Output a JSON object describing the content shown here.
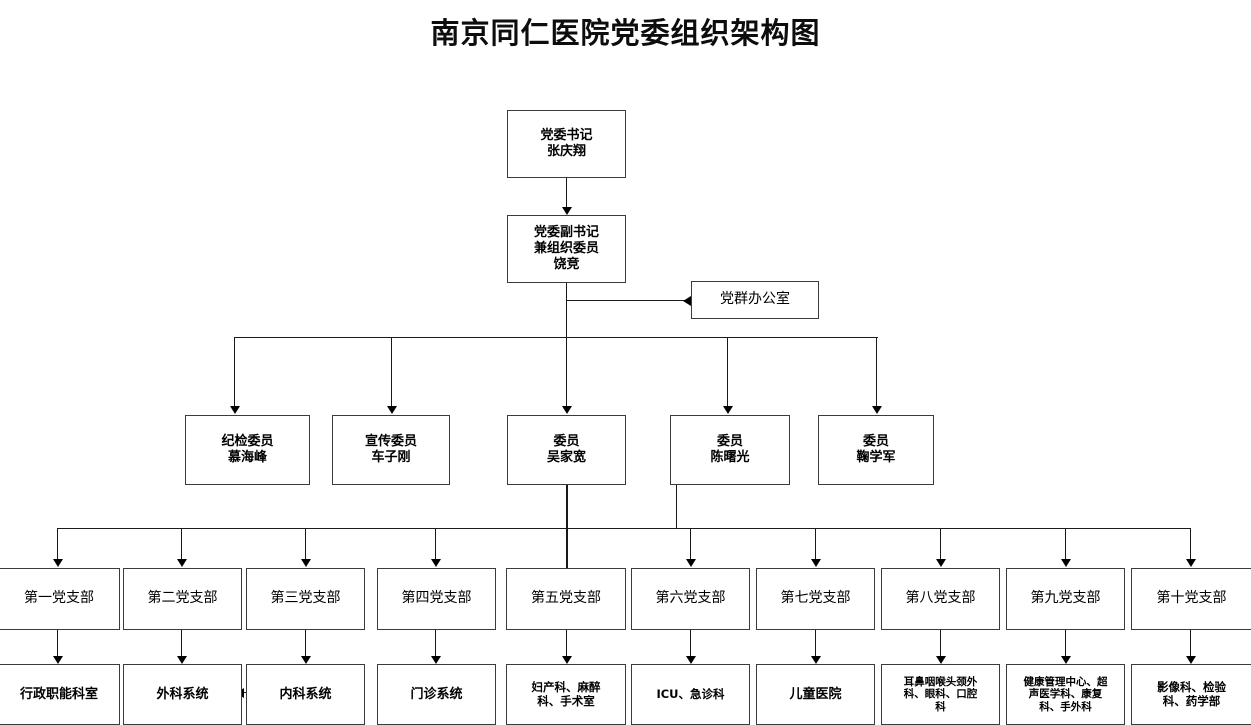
{
  "title": "南京同仁医院党委组织架构图",
  "chart_data": {
    "type": "diagram",
    "diagram_type": "organization-chart",
    "title": "南京同仁医院党委组织架构图",
    "orientation": "top-down",
    "node_count": 28
  },
  "nodes": {
    "secretary": {
      "role": "党委书记",
      "name": "张庆翔"
    },
    "deputy": {
      "role": "党委副书记",
      "role2": "兼组织委员",
      "name": "饶竞"
    },
    "party_office": {
      "label": "党群办公室"
    },
    "committee": [
      {
        "role": "纪检委员",
        "name": "慕海峰"
      },
      {
        "role": "宣传委员",
        "name": "车子刚"
      },
      {
        "role": "委员",
        "name": "吴家宽"
      },
      {
        "role": "委员",
        "name": "陈曙光"
      },
      {
        "role": "委员",
        "name": "鞠学军"
      }
    ],
    "branches": [
      {
        "label": "第一党支部"
      },
      {
        "label": "第二党支部"
      },
      {
        "label": "第三党支部"
      },
      {
        "label": "第四党支部"
      },
      {
        "label": "第五党支部"
      },
      {
        "label": "第六党支部"
      },
      {
        "label": "第七党支部"
      },
      {
        "label": "第八党支部"
      },
      {
        "label": "第九党支部"
      },
      {
        "label": "第十党支部"
      }
    ],
    "departments": [
      {
        "lines": [
          "行政职能科室"
        ]
      },
      {
        "lines": [
          "外科系统"
        ]
      },
      {
        "lines": [
          "内科系统"
        ]
      },
      {
        "lines": [
          "门诊系统"
        ]
      },
      {
        "lines": [
          "妇产科、麻醉",
          "科、手术室"
        ]
      },
      {
        "lines": [
          "ICU、急诊科"
        ]
      },
      {
        "lines": [
          "儿童医院"
        ]
      },
      {
        "lines": [
          "耳鼻咽喉头颈外",
          "科、眼科、口腔",
          "科"
        ]
      },
      {
        "lines": [
          "健康管理中心、超",
          "声医学科、康复",
          "科、手外科"
        ]
      },
      {
        "lines": [
          "影像科、检验",
          "科、药学部"
        ]
      }
    ]
  },
  "colors": {
    "background": "#ffffff",
    "box_border": "#3b3b3b",
    "connector": "#1a1a1a",
    "text": "#000000"
  }
}
